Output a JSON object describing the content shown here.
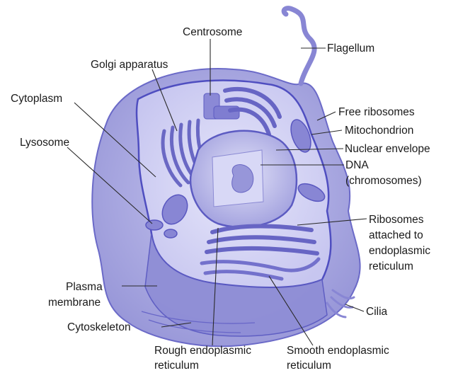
{
  "diagram": {
    "labels": {
      "centrosome": "Centrosome",
      "flagellum": "Flagellum",
      "golgi": "Golgi apparatus",
      "cytoplasm": "Cytoplasm",
      "free_ribosomes": "Free ribosomes",
      "mitochondrion": "Mitochondrion",
      "lysosome": "Lysosome",
      "nuclear_envelope": "Nuclear envelope",
      "dna_line1": "DNA",
      "dna_line2": "(chromosomes)",
      "ribosomes_attached_line1": "Ribosomes",
      "ribosomes_attached_line2": "attached to",
      "ribosomes_attached_line3": "endoplasmic",
      "ribosomes_attached_line4": "reticulum",
      "plasma_membrane_line1": "Plasma",
      "plasma_membrane_line2": "membrane",
      "cilia": "Cilia",
      "cytoskeleton": "Cytoskeleton",
      "rough_er_line1": "Rough endoplasmic",
      "rough_er_line2": "reticulum",
      "smooth_er_line1": "Smooth endoplasmic",
      "smooth_er_line2": "reticulum"
    },
    "colors": {
      "cell_fill": "#a9a8e0",
      "cell_inner": "#cfcff2",
      "membrane": "#5c5cc4",
      "organelle": "#8b89d6",
      "organelle_dark": "#6a68c4",
      "nucleus": "#b9b8e8",
      "nucleolus": "#9594d8"
    }
  }
}
